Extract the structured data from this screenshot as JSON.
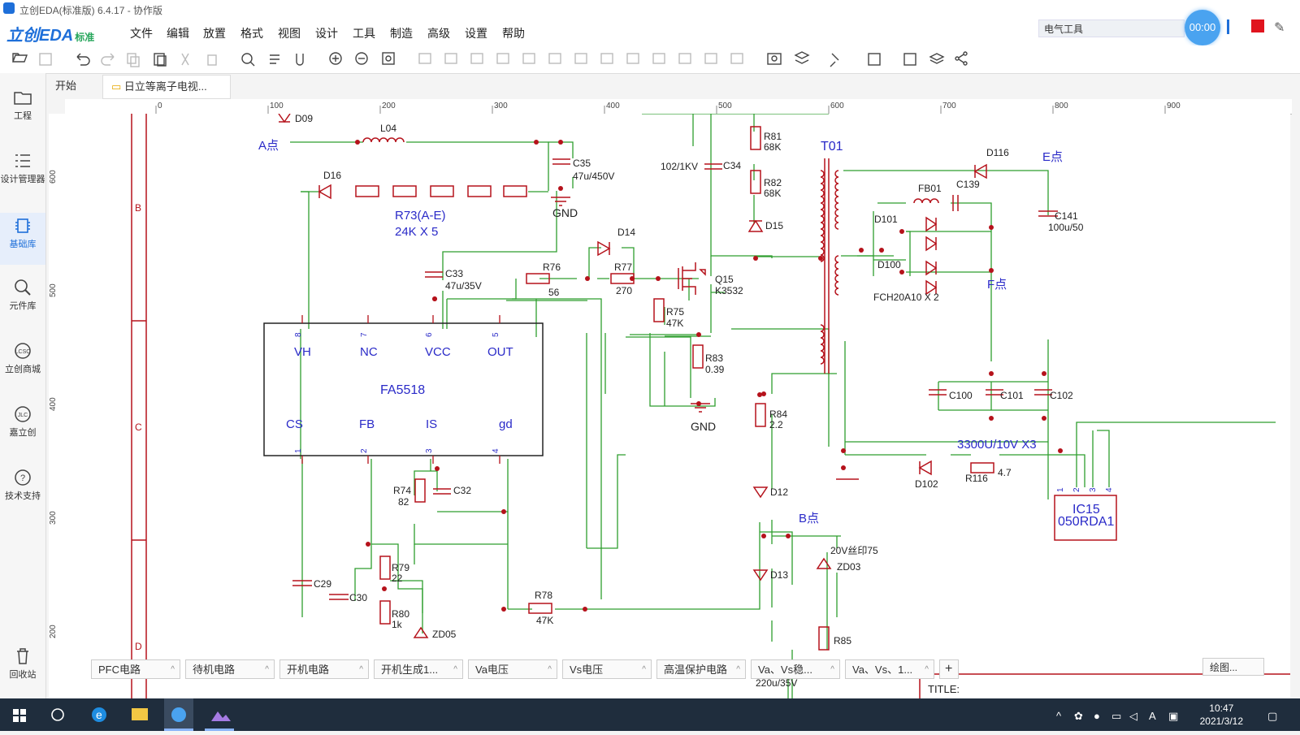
{
  "window": {
    "title": "立创EDA(标准版) 6.4.17 - 协作版"
  },
  "brand": {
    "name": "立创EDA",
    "edition": "标准"
  },
  "menu": [
    "文件",
    "编辑",
    "放置",
    "格式",
    "视图",
    "设计",
    "工具",
    "制造",
    "高级",
    "设置",
    "帮助"
  ],
  "search": {
    "value": "电气工具"
  },
  "recorder": {
    "time": "00:00"
  },
  "sidebar": {
    "items": [
      {
        "label": "工程",
        "icon": "folder-icon"
      },
      {
        "label": "设计管理器",
        "icon": "list-icon"
      },
      {
        "label": "基础库",
        "icon": "chip-icon"
      },
      {
        "label": "元件库",
        "icon": "magnifier-icon"
      },
      {
        "label": "立创商城",
        "icon": "lcsc-icon"
      },
      {
        "label": "嘉立创",
        "icon": "jlc-icon"
      },
      {
        "label": "技术支持",
        "icon": "question-icon"
      },
      {
        "label": "回收站",
        "icon": "trash-icon"
      }
    ]
  },
  "tabs": [
    {
      "label": "开始"
    },
    {
      "label": "日立等离子电视..."
    }
  ],
  "ruler": {
    "h": [
      "0",
      "100",
      "200",
      "300",
      "400",
      "500",
      "600",
      "700",
      "800",
      "900"
    ],
    "v": [
      "600",
      "500",
      "400",
      "300",
      "200"
    ],
    "rows": [
      "B",
      "C",
      "D"
    ]
  },
  "schematic": {
    "labels": {
      "D09": "D09",
      "L04": "L04",
      "A": "A点",
      "D16": "D16",
      "R73": "R73(A-E)",
      "R73v": "24K X 5",
      "C35": "C35",
      "C35v": "47u/450V",
      "GND": "GND",
      "C33": "C33",
      "C33v": "47u/35V",
      "R76": "R76",
      "R76v": "56",
      "D14": "D14",
      "R77": "R77",
      "R77v": "270",
      "Q15": "Q15",
      "Q15v": "K3532",
      "R75": "R75",
      "R75v": "47K",
      "R83": "R83",
      "R83v": "0.39",
      "C34v": "102/1KV",
      "C34": "C34",
      "R81": "R81",
      "R81v": "68K",
      "R82": "R82",
      "R82v": "68K",
      "D15": "D15",
      "T01": "T01",
      "D116": "D116",
      "E": "E点",
      "FB01": "FB01",
      "C139": "C139",
      "D101": "D101",
      "D100": "D100",
      "FCH": "FCH20A10 X 2",
      "F": "F点",
      "C141": "C141",
      "C141v": "100u/50",
      "C100": "C100",
      "C101": "C101",
      "C102": "C102",
      "C3300": "3300U/10V X3",
      "D102": "D102",
      "R116": "R116",
      "R116v": "4.7",
      "IC15": "IC15",
      "IC15v": "050RDA1",
      "R84": "R84",
      "R84v": "2.2",
      "D12": "D12",
      "B": "B点",
      "D13": "D13",
      "ZD03v": "20V丝印75",
      "ZD03": "ZD03",
      "R85": "R85",
      "ZD05": "ZD05",
      "R74": "R74",
      "R74v": "82",
      "C32": "C32",
      "R79": "R79",
      "R79v": "22",
      "R80": "R80",
      "R80v": "1k",
      "R78": "R78",
      "R78v": "47K",
      "C29": "C29",
      "C30": "C30",
      "C220": "220u/35V",
      "title": "TITLE:"
    },
    "ic": {
      "name": "FA5518",
      "pins_top": [
        {
          "num": "8",
          "name": "VH"
        },
        {
          "num": "7",
          "name": "NC"
        },
        {
          "num": "6",
          "name": "VCC"
        },
        {
          "num": "5",
          "name": "OUT"
        }
      ],
      "pins_bottom": [
        {
          "num": "1",
          "name": "CS"
        },
        {
          "num": "2",
          "name": "FB"
        },
        {
          "num": "3",
          "name": "IS"
        },
        {
          "num": "4",
          "name": "gd"
        }
      ]
    },
    "ic15_pins": [
      "1",
      "2",
      "3",
      "4"
    ]
  },
  "sheets": [
    "PFC电路",
    "待机电路",
    "开机电路",
    "开机生成1...",
    "Va电压",
    "Vs电压",
    "高温保护电路",
    "Va、Vs稳...",
    "Va、Vs、1..."
  ],
  "draw_panel": "绘图...",
  "clock": {
    "time": "10:47",
    "date": "2021/3/12"
  },
  "colors": {
    "wire": "#2e9e2e",
    "part": "#b5121b",
    "text": "#2a2ac8",
    "accent": "#1e6fd9"
  }
}
